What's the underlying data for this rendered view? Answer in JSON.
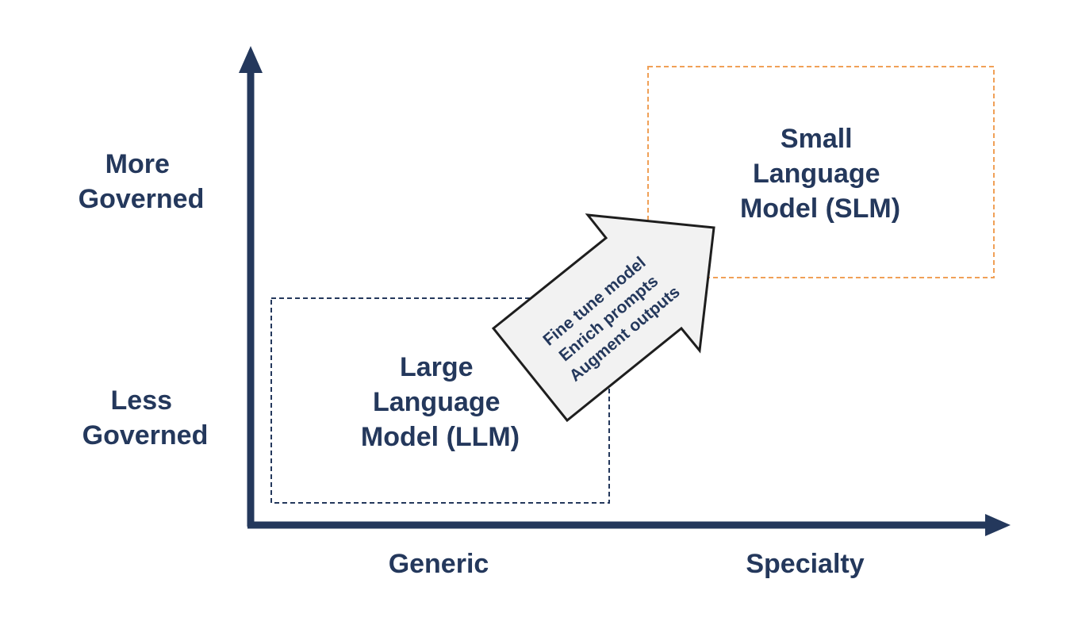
{
  "colors": {
    "axis": "#24385c",
    "text": "#24385c",
    "llm_border": "#24385c",
    "slm_border": "#f0a057",
    "arrow_fill": "#f2f2f2",
    "arrow_stroke": "#1e1e1e"
  },
  "y_axis": {
    "top_label": [
      "More",
      "Governed"
    ],
    "bottom_label": [
      "Less",
      "Governed"
    ]
  },
  "x_axis": {
    "left_label": "Generic",
    "right_label": "Specialty"
  },
  "llm_box": {
    "lines": [
      "Large",
      "Language",
      "Model (LLM)"
    ]
  },
  "slm_box": {
    "lines": [
      "Small",
      "Language",
      "Model (SLM)"
    ]
  },
  "transition_arrow": {
    "lines": [
      "Fine tune model",
      "Enrich prompts",
      "Augment outputs"
    ]
  }
}
